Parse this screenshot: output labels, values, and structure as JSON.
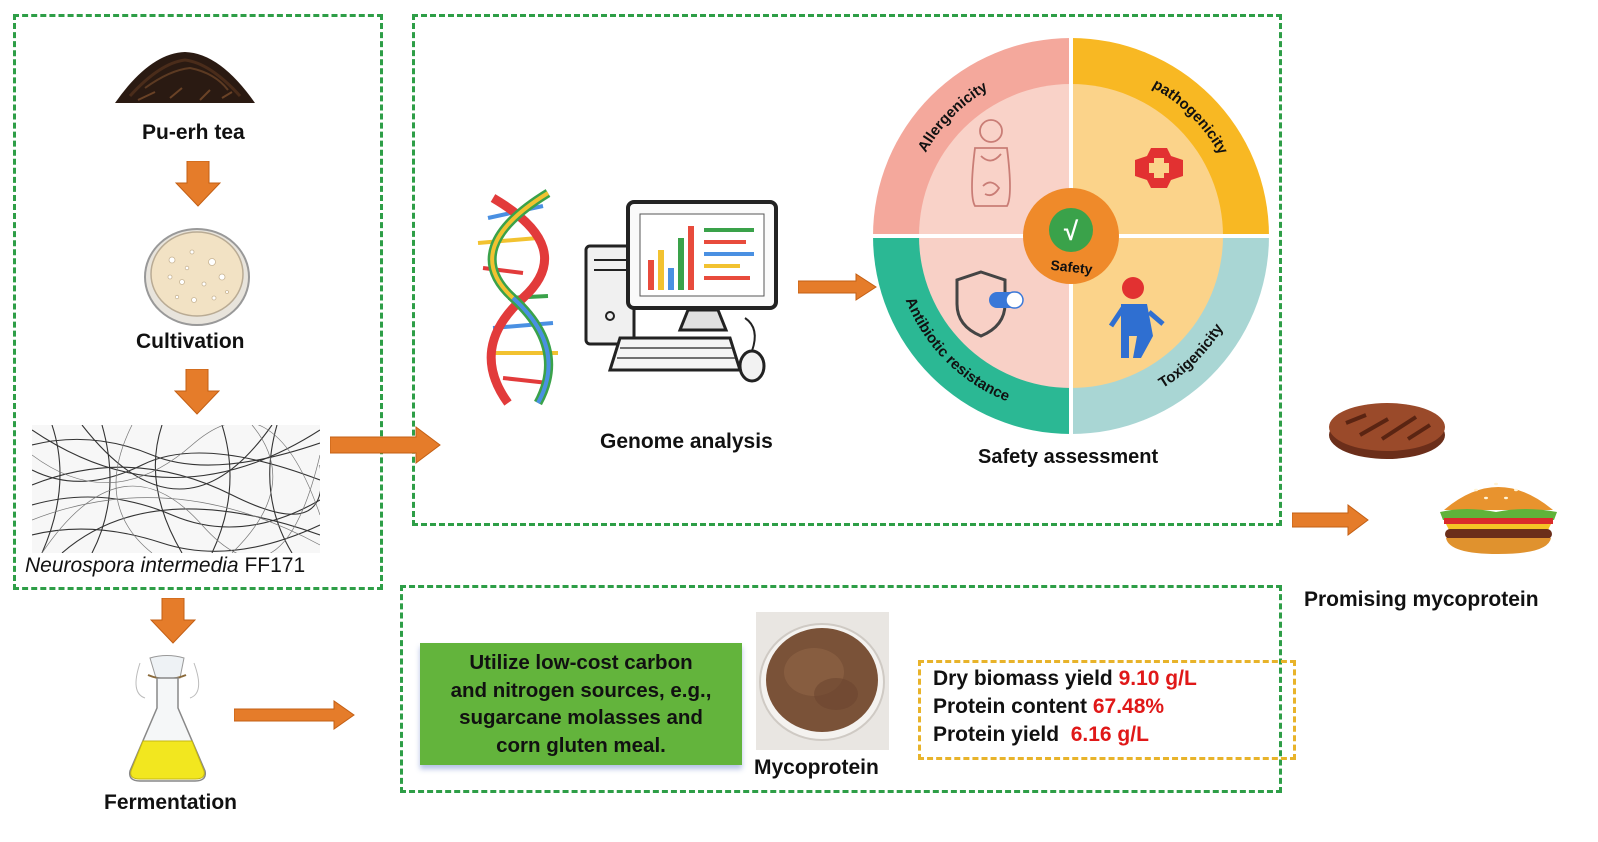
{
  "left_panel": {
    "tea_label": "Pu-erh tea",
    "cultivation_label": "Cultivation",
    "strain_name_italic": "Neurospora intermedia",
    "strain_code": " FF171",
    "fermentation_label": "Fermentation"
  },
  "top_panel": {
    "genome_label": "Genome analysis",
    "safety_label": "Safety assessment",
    "wheel": {
      "center": "Safety",
      "check": "√",
      "sectors": [
        "Allergenicity",
        "pathogenicity",
        "Antibiotic resistance",
        "Toxigenicity"
      ],
      "colors": {
        "allergenicity_ring": "#f4a89c",
        "pathogenicity_ring": "#f8b823",
        "antibiotic_ring": "#2bb894",
        "toxigenicity_ring": "#a9d6d4",
        "center": "#ef8a2a"
      }
    }
  },
  "bottom_panel": {
    "green_card_lines": [
      "Utilize low-cost carbon",
      "and nitrogen sources, e.g.,",
      "sugarcane molasses and",
      "corn gluten meal."
    ],
    "mycoprotein_label": "Mycoprotein",
    "stats": [
      {
        "label": "Dry biomass yield ",
        "value": "9.10 g/L"
      },
      {
        "label": "Protein content ",
        "value": "67.48%"
      },
      {
        "label": "Protein yield  ",
        "value": "6.16 g/L"
      }
    ]
  },
  "right": {
    "promising_label": "Promising mycoprotein"
  },
  "colors": {
    "dash_green": "#2e9e47",
    "arrow_orange": "#e57c2a",
    "highlight_red": "#e01818",
    "card_green": "#63b43c",
    "stats_border": "#e8b32a"
  }
}
